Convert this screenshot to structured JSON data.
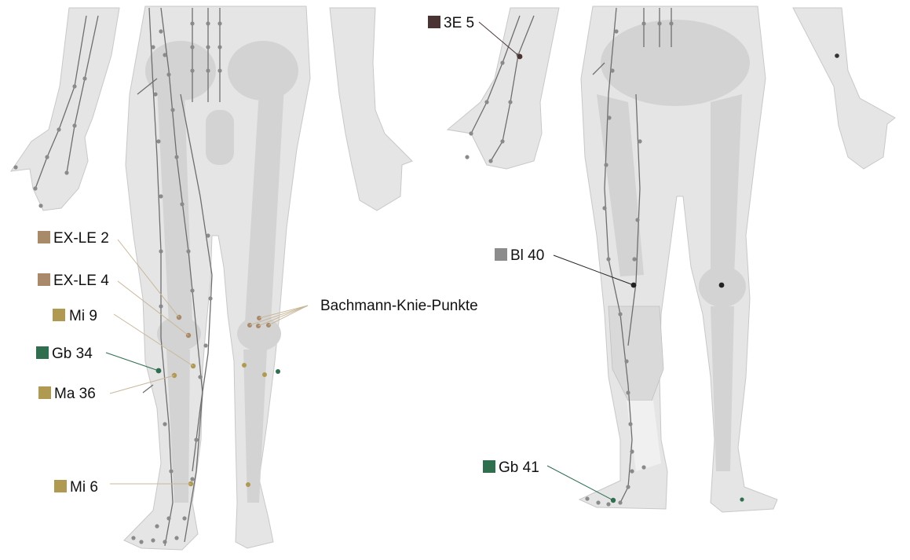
{
  "labels": {
    "exle2": "EX-LE 2",
    "exle4": "EX-LE 4",
    "mi9": "Mi 9",
    "gb34": "Gb 34",
    "ma36": "Ma 36",
    "mi6": "Mi 6",
    "bachmann": "Bachmann-Knie-Punkte",
    "e3e5": "3E 5",
    "bl40": "Bl 40",
    "gb41": "Gb 41"
  },
  "colors": {
    "ex_points": "#a88a6a",
    "spleen": "#b09a52",
    "stomach": "#b09a52",
    "gallbladder": "#2f6e4f",
    "triple_energizer": "#4a3333",
    "bladder": "#8c8c8c",
    "body_fill": "#e5e5e5",
    "bone_fill": "#d3d3d3",
    "meridian_line": "#6e6e6e",
    "meridian_point": "#8a8a8a"
  }
}
